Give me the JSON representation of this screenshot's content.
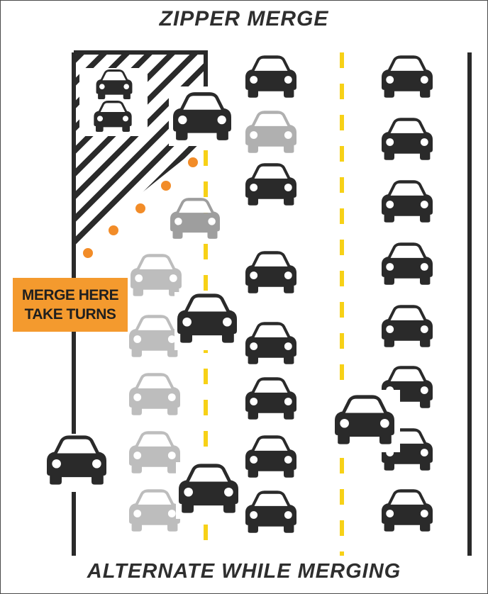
{
  "diagram": {
    "title": "ZIPPER MERGE",
    "caption": "ALTERNATE WHILE MERGING",
    "sign": {
      "line1": "MERGE HERE",
      "line2": "TAKE TURNS"
    },
    "colors": {
      "car_dark": "#2a2a2a",
      "car_light": "#bdbdbd",
      "lane_line": "#2a2a2a",
      "center_dash": "#f7d117",
      "merge_dots": "#f28c28",
      "sign_fill": "#f49a2e",
      "hatch": "#2a2a2a"
    }
  }
}
